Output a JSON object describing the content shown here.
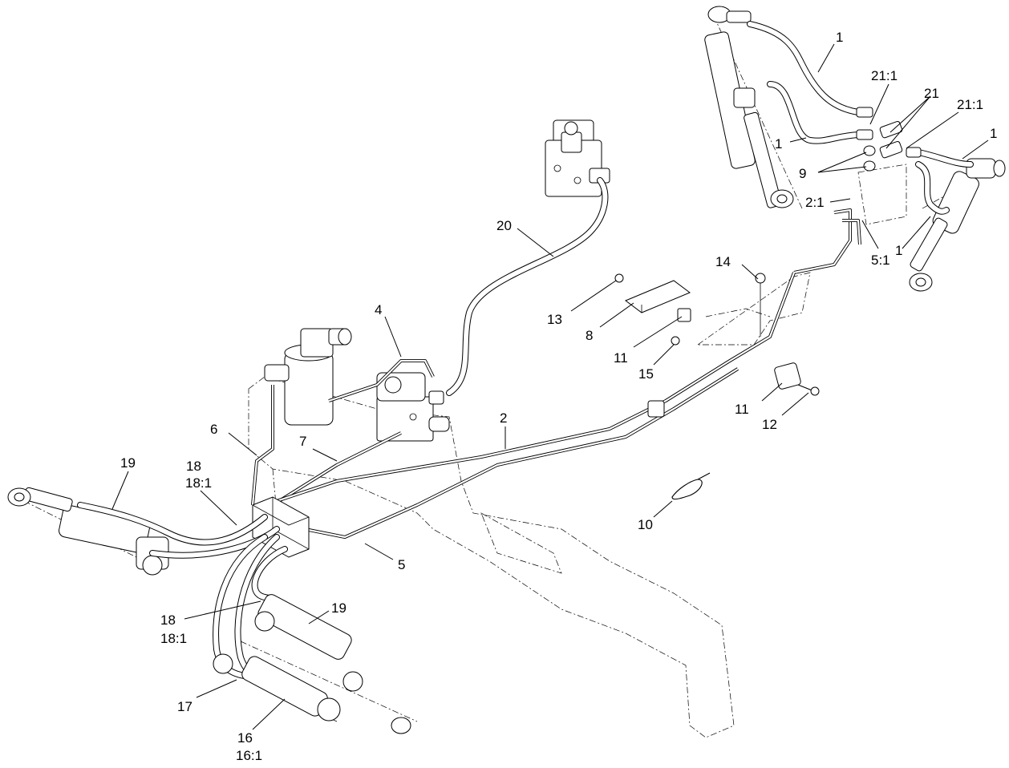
{
  "callouts": {
    "c1a": "1",
    "c1b": "1",
    "c1c": "1",
    "c1d": "1",
    "c21_1a": "21:1",
    "c21": "21",
    "c21_1b": "21:1",
    "c9": "9",
    "c2_1": "2:1",
    "c5_1": "5:1",
    "c20": "20",
    "c14": "14",
    "c13": "13",
    "c8": "8",
    "c11a": "11",
    "c15": "15",
    "c11b": "11",
    "c12": "12",
    "c4": "4",
    "c2": "2",
    "c6": "6",
    "c7": "7",
    "c19a": "19",
    "c18a": "18",
    "c18_1a": "18:1",
    "c5": "5",
    "c10": "10",
    "c18b": "18",
    "c18_1b": "18:1",
    "c19b": "19",
    "c17": "17",
    "c16": "16",
    "c16_1": "16:1"
  }
}
